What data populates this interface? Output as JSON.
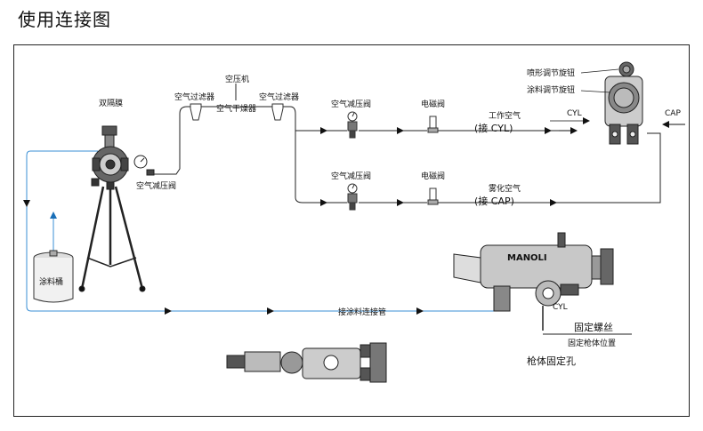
{
  "title": "使用连接图",
  "labels": {
    "compressor": "空压机",
    "air_filter_left": "空气过滤器",
    "air_filter_right": "空气过滤器",
    "air_dryer": "空气干燥器",
    "diaphragm": "双隔膜",
    "pressure_valve_pump": "空气减压阀",
    "pressure_valve_top": "空气减压阀",
    "pressure_valve_bottom": "空气减压阀",
    "solenoid_top": "电磁阀",
    "solenoid_bottom": "电磁阀",
    "working_air": "工作空气",
    "connect_cyl": "(接  CYL)",
    "atomizing_air": "雾化空气",
    "connect_cap": "(接  CAP)",
    "spray_adjust_knob": "喷形调节旋钮",
    "paint_adjust_knob": "涂料调节旋钮",
    "port_cyl": "CYL",
    "port_cap": "CAP",
    "paint_bucket": "涂料桶",
    "paint_hose": "接涂料连接管",
    "gun_cyl": "CYL",
    "brand": "MANOLI",
    "fix_screw": "固定螺丝",
    "fix_position": "固定枪体位置",
    "gun_fix_hole": "枪体固定孔"
  }
}
